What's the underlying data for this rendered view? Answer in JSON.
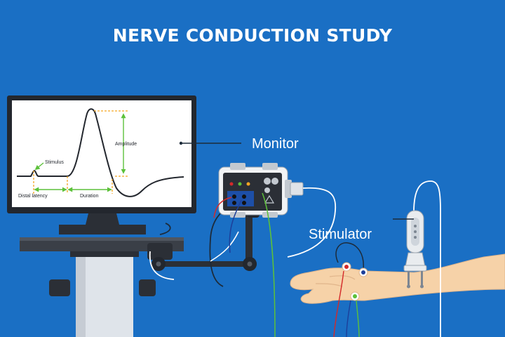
{
  "title": "NERVE CONDUCTION STUDY",
  "labels": {
    "monitor": "Monitor",
    "stimulator": "Stimulator"
  },
  "screen": {
    "stimulus": "Stimulus",
    "amplitude": "Amplitude",
    "distal_latency": "Distal latency",
    "duration": "Duration"
  },
  "colors": {
    "background": "#1a6fc4",
    "skin": "#f6d2a8",
    "marker_dashes": "#f5a623",
    "marker_arrows": "#5cc13a",
    "electrode_red": "#d42a2a",
    "electrode_blue": "#1d3f9a",
    "electrode_green": "#5cc13a"
  }
}
